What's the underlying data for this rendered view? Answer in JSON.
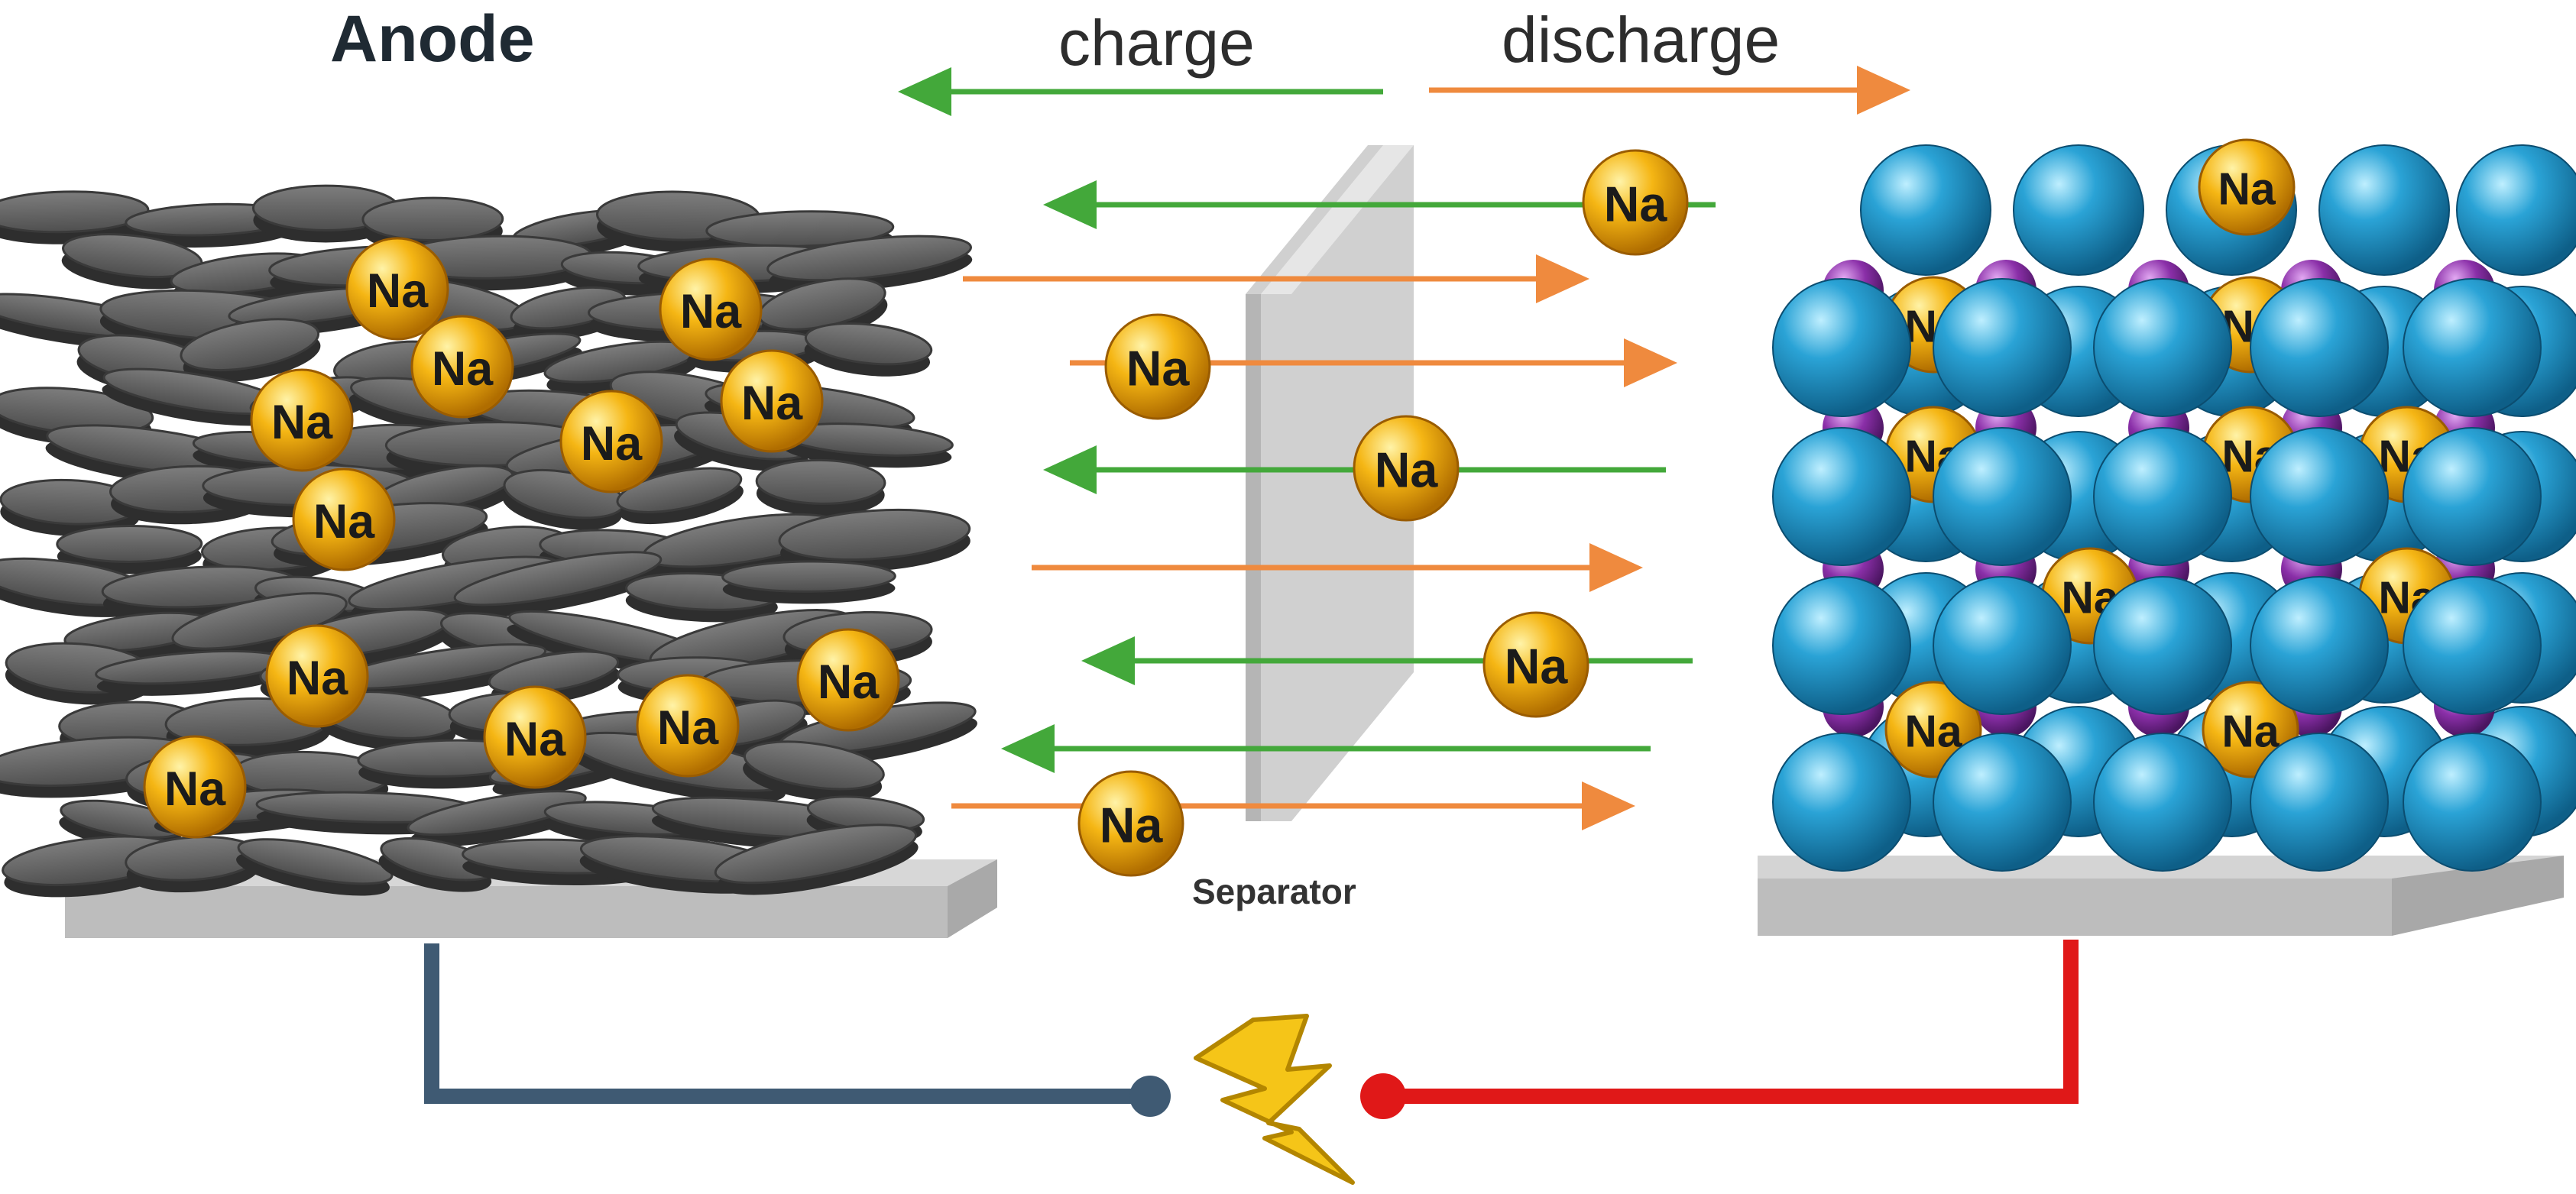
{
  "titles": {
    "anode": "Anode",
    "charge": "charge",
    "discharge": "discharge",
    "separator": "Separator"
  },
  "ion_symbol": "Na",
  "colors": {
    "charge_arrow": "#43a83a",
    "discharge_arrow": "#ef8a3e",
    "sodium_ion": "#f2b216",
    "anode_flake": "#5b5b5b",
    "cathode_atom_blue": "#2aa3d6",
    "cathode_atom_purple": "#8a2fa8",
    "current_collector": "#bdbdbd",
    "anode_wire": "#3f5a73",
    "cathode_wire": "#e01818",
    "bolt": "#f5c518"
  },
  "icons": [
    "lightning-bolt-icon"
  ]
}
